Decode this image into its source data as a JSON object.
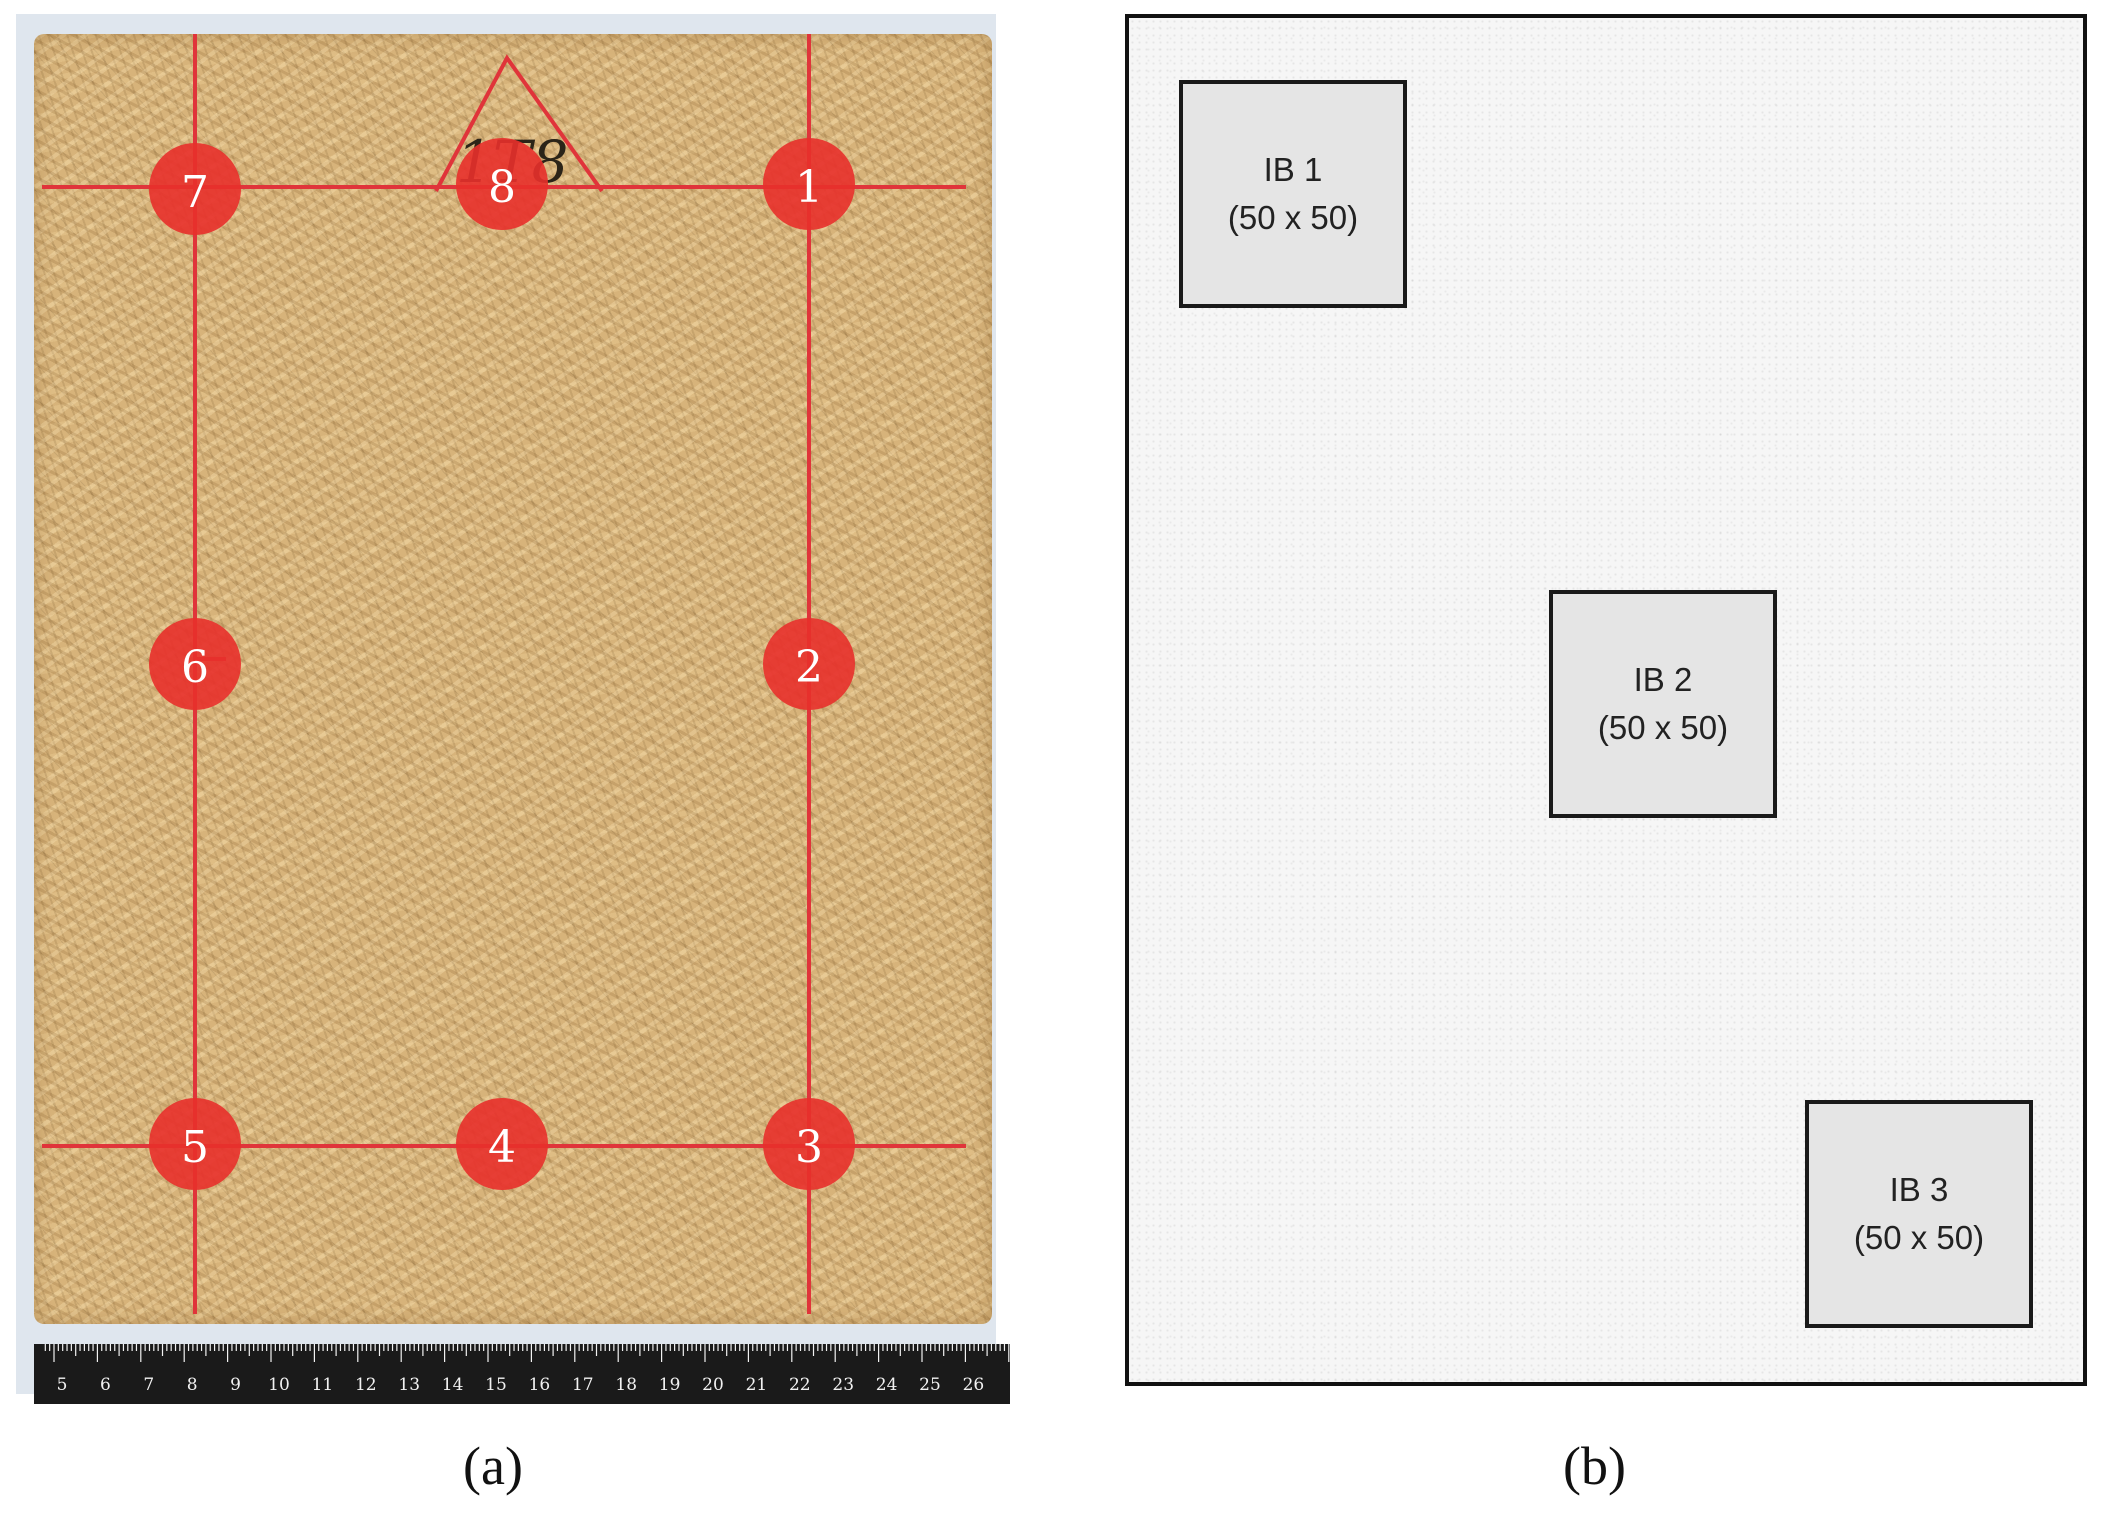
{
  "panel_a": {
    "caption": "(a)",
    "points": [
      "1",
      "2",
      "3",
      "4",
      "5",
      "6",
      "7",
      "8"
    ],
    "handwritten_label": "1T8",
    "ruler_labels": [
      "5",
      "6",
      "7",
      "8",
      "9",
      "10",
      "11",
      "12",
      "13",
      "14",
      "15",
      "16",
      "17",
      "18",
      "19",
      "20",
      "21",
      "22",
      "23",
      "24",
      "25",
      "26"
    ]
  },
  "panel_b": {
    "caption": "(b)",
    "specimens": [
      {
        "name": "IB 1",
        "size": "(50 x 50)"
      },
      {
        "name": "IB 2",
        "size": "(50 x 50)"
      },
      {
        "name": "IB 3",
        "size": "(50 x 50)"
      }
    ]
  },
  "colors": {
    "marker_red": "#e8302b",
    "line_red": "#e0343a",
    "board_tan": "#d7b37a",
    "panel_b_fill": "#f6f6f6",
    "specimen_fill": "#e5e5e5"
  }
}
